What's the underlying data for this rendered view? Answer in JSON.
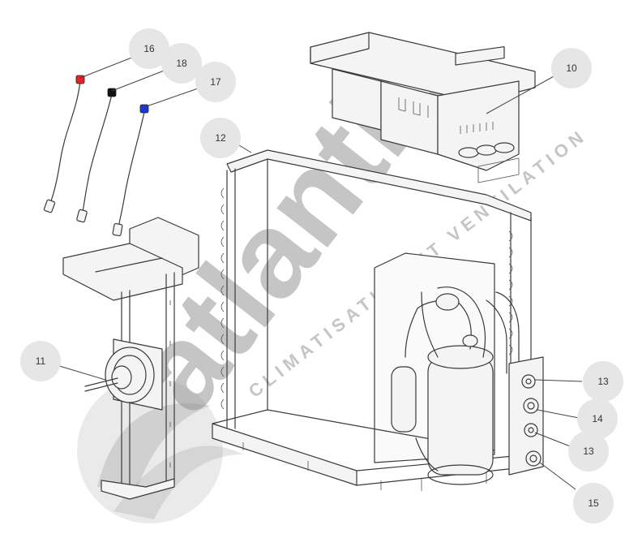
{
  "watermark": {
    "brand": "atlantic",
    "tagline": "CLIMATISATION ET VENTILATION"
  },
  "callouts": [
    {
      "id": "c16",
      "number": "16"
    },
    {
      "id": "c18",
      "number": "18"
    },
    {
      "id": "c17",
      "number": "17"
    },
    {
      "id": "c10",
      "number": "10"
    },
    {
      "id": "c12",
      "number": "12"
    },
    {
      "id": "c11",
      "number": "11"
    },
    {
      "id": "c13a",
      "number": "13"
    },
    {
      "id": "c14",
      "number": "14"
    },
    {
      "id": "c13b",
      "number": "13"
    },
    {
      "id": "c15",
      "number": "15"
    }
  ],
  "colors": {
    "sensor_16": "#e0242a",
    "sensor_18": "#111111",
    "sensor_17": "#1f36d6"
  }
}
